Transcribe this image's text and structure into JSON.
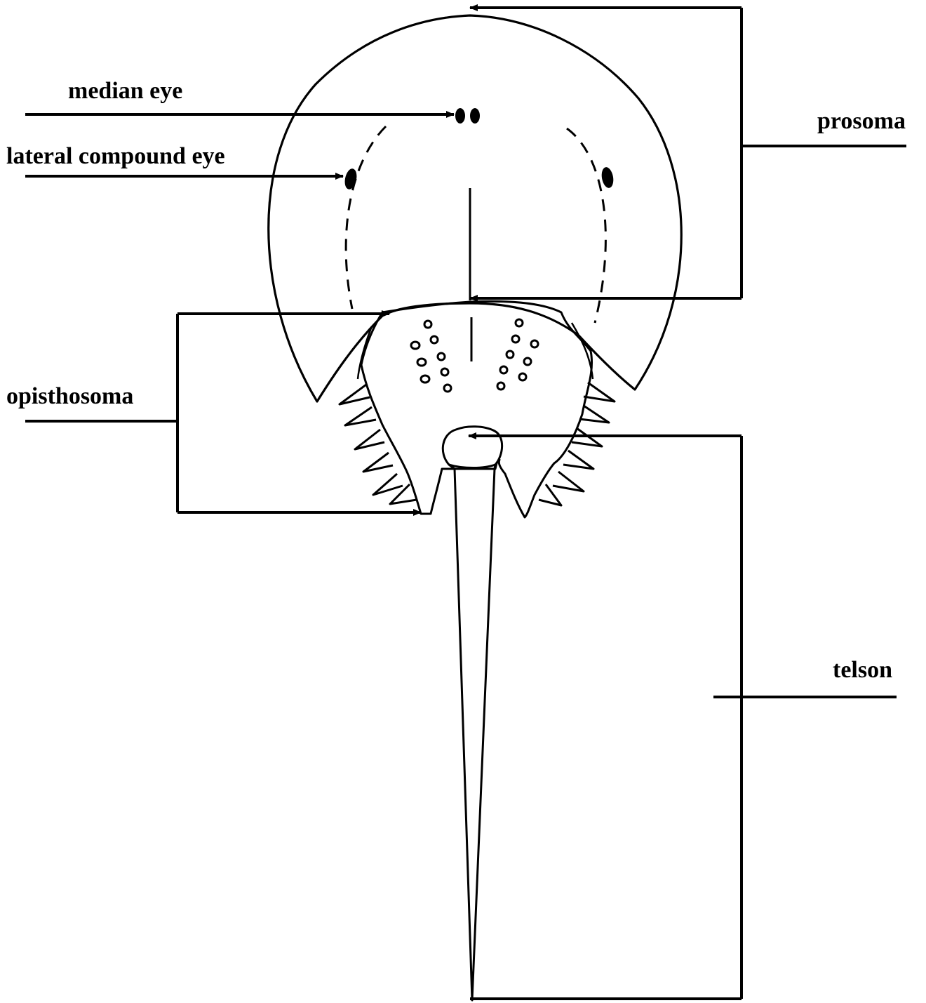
{
  "labels": {
    "median_eye": "median eye",
    "lateral_compound_eye": "lateral compound eye",
    "prosoma": "prosoma",
    "opisthosoma": "opisthosoma",
    "telson": "telson"
  },
  "colors": {
    "ink": "#000000",
    "background": "#ffffff"
  }
}
